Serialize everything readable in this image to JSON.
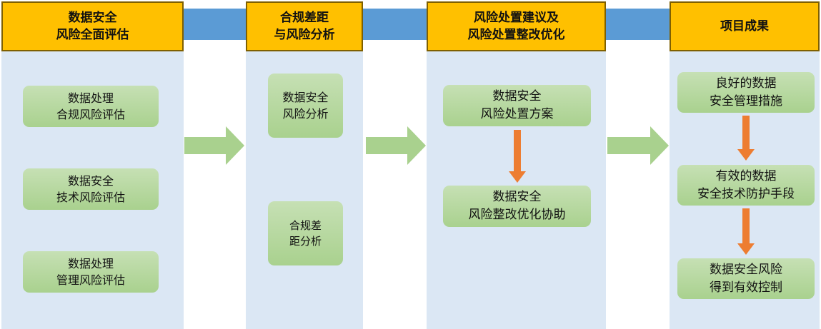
{
  "columns": [
    {
      "header": "数据安全\n风险全面评估",
      "boxes": [
        "数据处理\n合规风险评估",
        "数据安全\n技术风险评估",
        "数据处理\n管理风险评估"
      ]
    },
    {
      "header": "合规差距\n与风险分析",
      "boxes": [
        "数据安全\n风险分析",
        "合规差\n距分析"
      ]
    },
    {
      "header": "风险处置建议及\n风险处置整改优化",
      "boxes": [
        "数据安全\n风险处置方案",
        "数据安全\n风险整改优化协助"
      ]
    },
    {
      "header": "项目成果",
      "boxes": [
        "良好的数据\n安全管理措施",
        "有效的数据\n安全技术防护手段",
        "数据安全风险\n得到有效控制"
      ]
    }
  ],
  "colors": {
    "header_fill": "#ffc000",
    "header_border": "#7f6000",
    "band": "#5b9bd5",
    "column_fill": "#dbe7f4",
    "box_fill": "#a9d18e",
    "flow_arrow": "#a9d18e",
    "step_arrow": "#ed7d31"
  }
}
